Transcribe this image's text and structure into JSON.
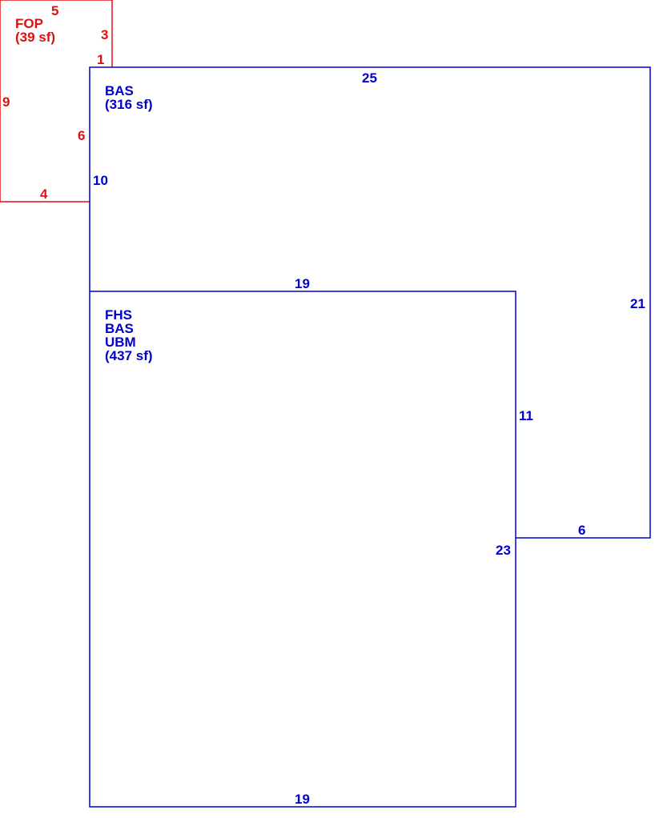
{
  "colors": {
    "porch": "#dd1111",
    "living": "#0000cc",
    "background": "#ffffff"
  },
  "areas": {
    "fop": {
      "code": "FOP",
      "area": "(39 sf)",
      "dimensions": {
        "top": "5",
        "right_upper": "3",
        "step": "1",
        "left": "9",
        "right_lower": "6",
        "bottom": "4"
      }
    },
    "bas_upper": {
      "code": "BAS",
      "area": "(316 sf)",
      "dimensions": {
        "top": "25",
        "left": "10",
        "right": "21",
        "inner_bottom": "19",
        "notch_bottom": "6",
        "notch_side": "11"
      }
    },
    "lower": {
      "codes": [
        "FHS",
        "BAS",
        "UBM"
      ],
      "area": "(437 sf)",
      "dimensions": {
        "top": "19",
        "right": "23",
        "bottom": "19"
      }
    }
  }
}
